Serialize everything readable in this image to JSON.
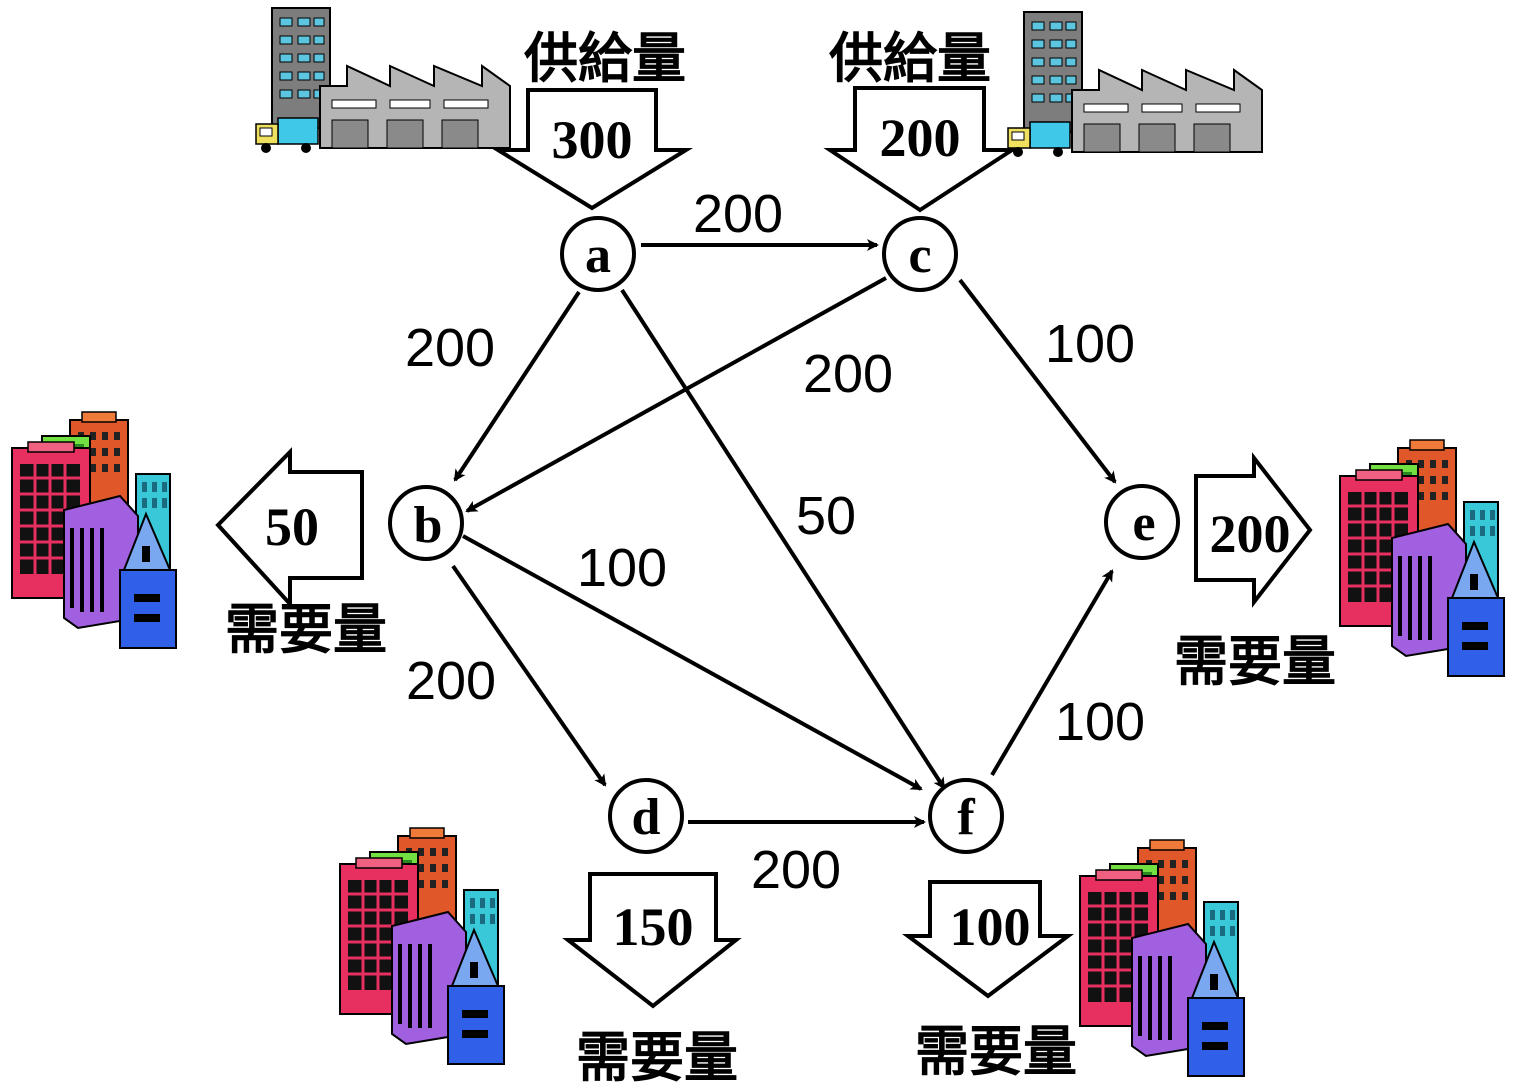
{
  "nodes": {
    "a": {
      "label": "a"
    },
    "b": {
      "label": "b"
    },
    "c": {
      "label": "c"
    },
    "d": {
      "label": "d"
    },
    "e": {
      "label": "e"
    },
    "f": {
      "label": "f"
    }
  },
  "edges": {
    "a_c": {
      "value": "200"
    },
    "a_b": {
      "value": "200"
    },
    "a_f": {
      "value": "50"
    },
    "c_b": {
      "value": "200"
    },
    "c_e": {
      "value": "100"
    },
    "b_f": {
      "value": "100"
    },
    "b_d": {
      "value": "200"
    },
    "d_f": {
      "value": "200"
    },
    "f_e": {
      "value": "100"
    }
  },
  "supply": {
    "a": {
      "label": "供給量",
      "value": "300"
    },
    "c": {
      "label": "供給量",
      "value": "200"
    }
  },
  "demand": {
    "b": {
      "label": "需要量",
      "value": "50"
    },
    "d": {
      "label": "需要量",
      "value": "150"
    },
    "e": {
      "label": "需要量",
      "value": "200"
    },
    "f": {
      "label": "需要量",
      "value": "100"
    }
  },
  "icons": {
    "supply": "factory-icon",
    "demand": "city-buildings-icon"
  }
}
